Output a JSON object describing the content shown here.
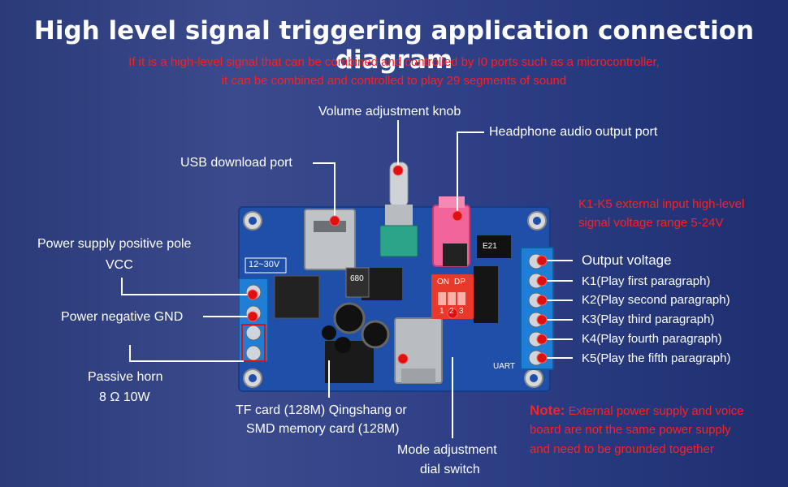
{
  "title": "High level signal triggering application connection diagram",
  "subtitle": {
    "line1": "If it is a high-level signal that can be combined and controlled by I0 ports such as a microcontroller,",
    "line2": "it can be combined and controlled to play 29 segments of sound"
  },
  "labels": {
    "volume_knob": "Volume adjustment knob",
    "headphone_port": "Headphone audio output port",
    "usb_port": "USB download port",
    "power_positive_line1": "Power supply positive pole",
    "power_positive_line2": "VCC",
    "power_negative": "Power negative GND",
    "passive_horn_line1": "Passive horn",
    "passive_horn_line2": "8 Ω 10W",
    "tf_card_line1": "TF card (128M) Qingshang or",
    "tf_card_line2": "SMD memory card (128M)",
    "mode_switch_line1": "Mode adjustment",
    "mode_switch_line2": "dial switch",
    "output_voltage": "Output voltage",
    "k1": "K1(Play first paragraph)",
    "k2": "K2(Play second paragraph)",
    "k3": "K3(Play third paragraph)",
    "k4": "K4(Play fourth paragraph)",
    "k5": "K5(Play the fifth paragraph)"
  },
  "notes": {
    "k_range_line1": "K1-K5 external input high-level",
    "k_range_line2": "signal voltage range 5-24V",
    "note_prefix": "Note:",
    "note_line1": " External power supply and voice",
    "note_line2": "board are not the same power supply",
    "note_line3": "and need to be grounded together"
  },
  "board_text": {
    "voltage": "12~30V",
    "dip_on": "ON",
    "dip_dp": "DP",
    "dip_nums": [
      "1",
      "2",
      "3"
    ],
    "uart": "UART",
    "inductor": "680",
    "chip": "E21"
  },
  "colors": {
    "background": "#2b3a78",
    "board": "#1f4fa8",
    "terminal": "#1f7fd6",
    "headphone_jack": "#f2659a",
    "dip_switch": "#e8392a",
    "annotation_red": "#ff2020",
    "marker_red": "#e01010"
  }
}
